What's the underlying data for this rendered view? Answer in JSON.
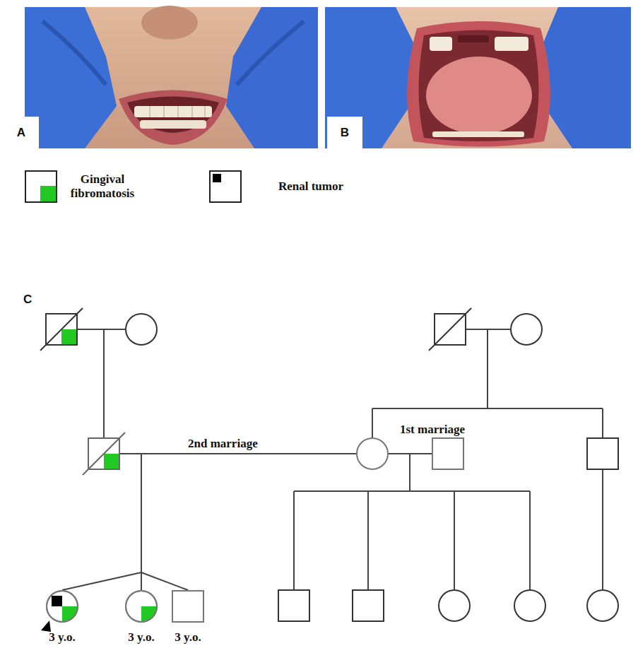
{
  "diagram": {
    "nodes": [
      {
        "text": [
          "3 y.o."
        ]
      },
      {
        "text": [
          "3 y.o."
        ]
      },
      {
        "text": [
          "3 y.o."
        ]
      }
    ],
    "labels": [
      "A",
      "B",
      "C",
      "2nd marriage",
      "1st marriage"
    ],
    "legend": [
      {
        "text": "Gingival fibromatosis",
        "color": "#22c922"
      },
      {
        "text": "Renal tumor",
        "color": "#000000"
      }
    ]
  }
}
